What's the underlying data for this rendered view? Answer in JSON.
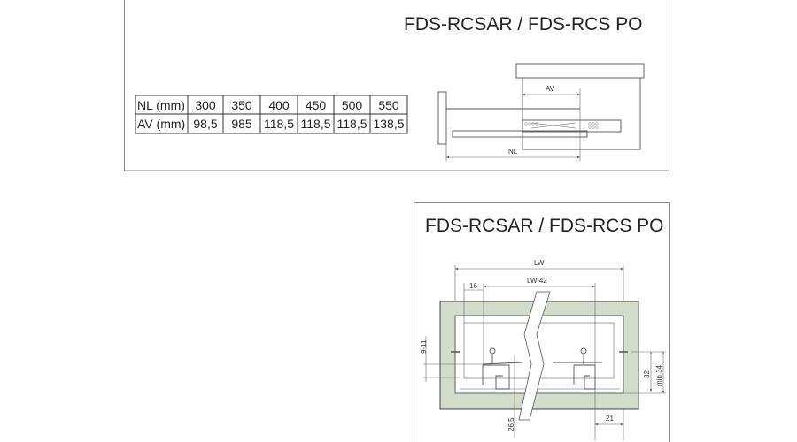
{
  "top_panel": {
    "title": "FDS-RCSAR / FDS-RCS PO",
    "table": {
      "rows": [
        {
          "label": "NL (mm)",
          "values": [
            "300",
            "350",
            "400",
            "450",
            "500",
            "550"
          ]
        },
        {
          "label": "AV (mm)",
          "values": [
            "98,5",
            "985",
            "118,5",
            "118,5",
            "118,5",
            "138,5"
          ]
        }
      ]
    },
    "drawing": {
      "av_label": "AV",
      "nl_label": "NL"
    }
  },
  "bottom_panel": {
    "title": "FDS-RCSAR / FDS-RCS PO",
    "drawing": {
      "lw": "LW",
      "lw42": "LW-42",
      "d16": "16",
      "d9_11": "9-11",
      "d32": "32",
      "min34": "min 34",
      "d26_5": "26,5",
      "d21": "21"
    },
    "colors": {
      "panel": "#d3dccb",
      "outline": "#444444"
    }
  }
}
